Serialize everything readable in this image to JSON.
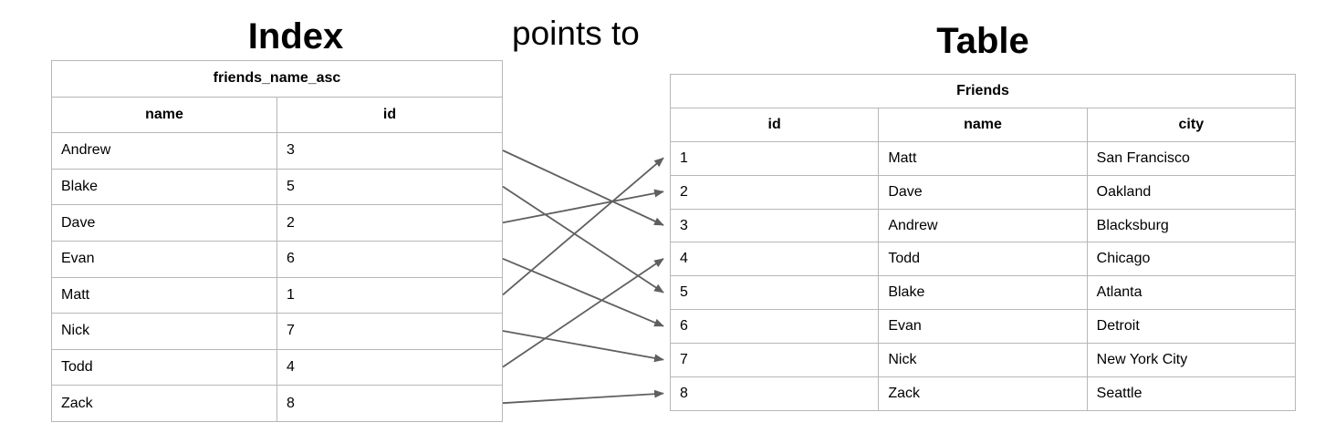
{
  "titles": {
    "index": "Index",
    "relation": "points to",
    "table": "Table"
  },
  "index_table": {
    "title": "friends_name_asc",
    "columns": [
      "name",
      "id"
    ],
    "rows": [
      [
        "Andrew",
        "3"
      ],
      [
        "Blake",
        "5"
      ],
      [
        "Dave",
        "2"
      ],
      [
        "Evan",
        "6"
      ],
      [
        "Matt",
        "1"
      ],
      [
        "Nick",
        "7"
      ],
      [
        "Todd",
        "4"
      ],
      [
        "Zack",
        "8"
      ]
    ]
  },
  "friends_table": {
    "title": "Friends",
    "columns": [
      "id",
      "name",
      "city"
    ],
    "rows": [
      [
        "1",
        "Matt",
        "San Francisco"
      ],
      [
        "2",
        "Dave",
        "Oakland"
      ],
      [
        "3",
        "Andrew",
        "Blacksburg"
      ],
      [
        "4",
        "Todd",
        "Chicago"
      ],
      [
        "5",
        "Blake",
        "Atlanta"
      ],
      [
        "6",
        "Evan",
        "Detroit"
      ],
      [
        "7",
        "Nick",
        "New York City"
      ],
      [
        "8",
        "Zack",
        "Seattle"
      ]
    ]
  },
  "arrows": {
    "color": "#5f5f5f",
    "links": [
      {
        "from_index_row": 0,
        "to_table_row": 2
      },
      {
        "from_index_row": 1,
        "to_table_row": 4
      },
      {
        "from_index_row": 2,
        "to_table_row": 1
      },
      {
        "from_index_row": 3,
        "to_table_row": 5
      },
      {
        "from_index_row": 4,
        "to_table_row": 0
      },
      {
        "from_index_row": 5,
        "to_table_row": 6
      },
      {
        "from_index_row": 6,
        "to_table_row": 3
      },
      {
        "from_index_row": 7,
        "to_table_row": 7
      }
    ]
  }
}
